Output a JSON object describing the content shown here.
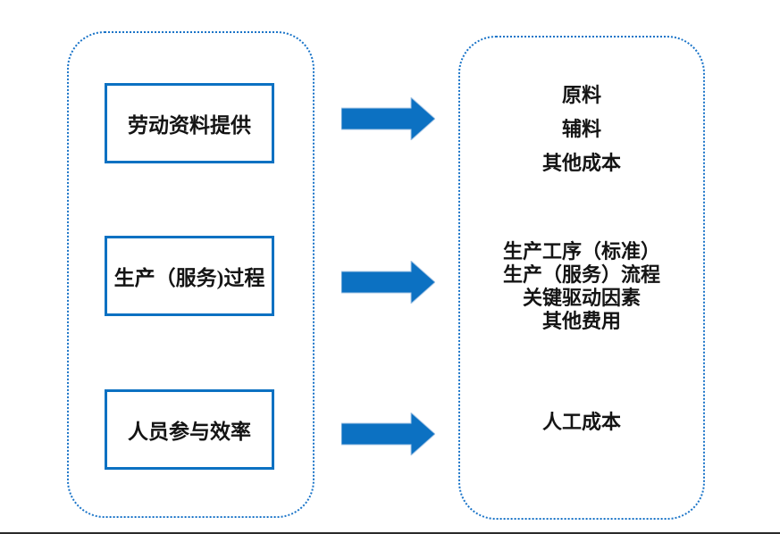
{
  "colors": {
    "accent": "#0c71c2",
    "dotted": "#1a74c8",
    "text": "#141414",
    "page_edge": "#2a2a2a"
  },
  "diagram": {
    "left_panel": {
      "boxes": [
        {
          "label": "劳动资料提供"
        },
        {
          "label": "生产（服务)过程"
        },
        {
          "label": "人员参与效率"
        }
      ]
    },
    "arrows": [
      {
        "icon": "right-arrow"
      },
      {
        "icon": "right-arrow"
      },
      {
        "icon": "right-arrow"
      }
    ],
    "right_panel": {
      "groups": [
        {
          "lines": [
            "原料",
            "辅料",
            "其他成本"
          ]
        },
        {
          "lines": [
            "生产工序（标准）",
            "生产（服务）流程",
            "关键驱动因素",
            "其他费用"
          ]
        },
        {
          "lines": [
            "人工成本"
          ]
        }
      ]
    }
  }
}
